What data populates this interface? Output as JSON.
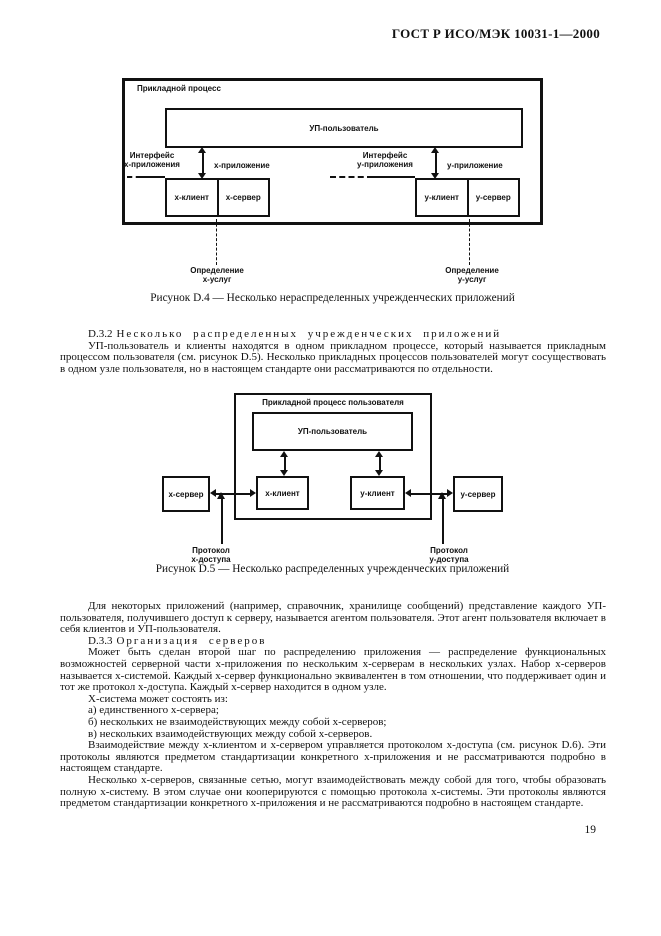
{
  "colors": {
    "ink": "#111111",
    "paper": "#ffffff"
  },
  "page": {
    "header": "ГОСТ Р ИСО/МЭК 10031-1—2000",
    "page_number": "19"
  },
  "figure_d4": {
    "outer_label": "Прикладной процесс",
    "up_user": "УП-пользователь",
    "left_interface": [
      "Интерфейс",
      "x-приложения"
    ],
    "left_app_label": "x-приложение",
    "right_interface": [
      "Интерфейс",
      "y-приложения"
    ],
    "right_app_label": "y-приложение",
    "x_client": "x-клиент",
    "x_server": "x-сервер",
    "y_client": "y-клиент",
    "y_server": "y-сервер",
    "left_def": [
      "Определение",
      "x-услуг"
    ],
    "right_def": [
      "Определение",
      "y-услуг"
    ],
    "caption": "Рисунок D.4 — Несколько нераспределенных учрежденческих приложений"
  },
  "section_d32": {
    "heading_num": "D.3.2",
    "heading_text": "Несколько распределенных учрежденческих приложений",
    "para": "УП-пользователь и клиенты находятся в одном прикладном процессе, который называется прикладным процессом пользователя (см. рисунок D.5). Несколько прикладных процессов пользователей могут сосуществовать в одном узле пользователя, но в настоящем стандарте они рассматриваются по отдельности."
  },
  "figure_d5": {
    "outer_label": "Прикладной процесс пользователя",
    "up_user": "УП-пользователь",
    "x_client": "x-клиент",
    "y_client": "y-клиент",
    "x_server": "x-сервер",
    "y_server": "y-сервер",
    "left_protocol": [
      "Протокол",
      "x-доступа"
    ],
    "right_protocol": [
      "Протокол",
      "y-доступа"
    ],
    "caption": "Рисунок D.5 — Несколько распределенных учрежденческих приложений"
  },
  "section_d33": {
    "para1": "Для некоторых приложений (например, справочник, хранилище сообщений) представление каждого УП-пользователя, получившего доступ к серверу, называется агентом пользователя. Этот агент пользователя включает в себя клиентов и УП-пользователя.",
    "heading_num": "D.3.3",
    "heading_text": "Организация серверов",
    "para2": "Может быть сделан второй шаг по распределению приложения — распределение функциональных возможностей серверной части x-приложения по нескольким x-серверам в нескольких узлах. Набор x-серверов называется x-системой. Каждый x-сервер функционально эквивалентен в том отношении, что поддерживает один и тот же протокол x-доступа. Каждый x-сервер находится в одном узле.",
    "para3": "X-система может состоять из:",
    "list_a": "а) единственного x-сервера;",
    "list_b": "б) нескольких не взаимодействующих между собой x-серверов;",
    "list_c": "в) нескольких взаимодействующих между собой x-серверов.",
    "para4": "Взаимодействие между x-клиентом и x-сервером управляется протоколом x-доступа (см. рисунок D.6). Эти протоколы являются предметом стандартизации конкретного x-приложения и не рассматриваются подробно в настоящем стандарте.",
    "para5": "Несколько x-серверов, связанные сетью, могут взаимодействовать между собой для того, чтобы образовать полную x-систему. В этом случае они кооперируются с помощью протокола x-системы. Эти протоколы являются предметом стандартизации конкретного x-приложения и не рассматриваются подробно в настоящем стандарте."
  }
}
